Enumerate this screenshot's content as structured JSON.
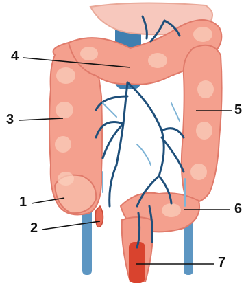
{
  "figure": {
    "labels": [
      {
        "id": "label-1",
        "text": "1"
      },
      {
        "id": "label-2",
        "text": "2"
      },
      {
        "id": "label-3",
        "text": "3"
      },
      {
        "id": "label-4",
        "text": "4"
      },
      {
        "id": "label-5",
        "text": "5"
      },
      {
        "id": "label-6",
        "text": "6"
      },
      {
        "id": "label-7",
        "text": "7"
      }
    ]
  },
  "colors": {
    "colon_fill": "#f4a08e",
    "colon_highlight": "#fbd0bd",
    "colon_outline": "#e07a6a",
    "vessel_dark": "#1e4f7a",
    "vessel_mid": "#3f7fb0",
    "vessel_light": "#7fb4d6",
    "rectum_core": "#d9432e"
  }
}
